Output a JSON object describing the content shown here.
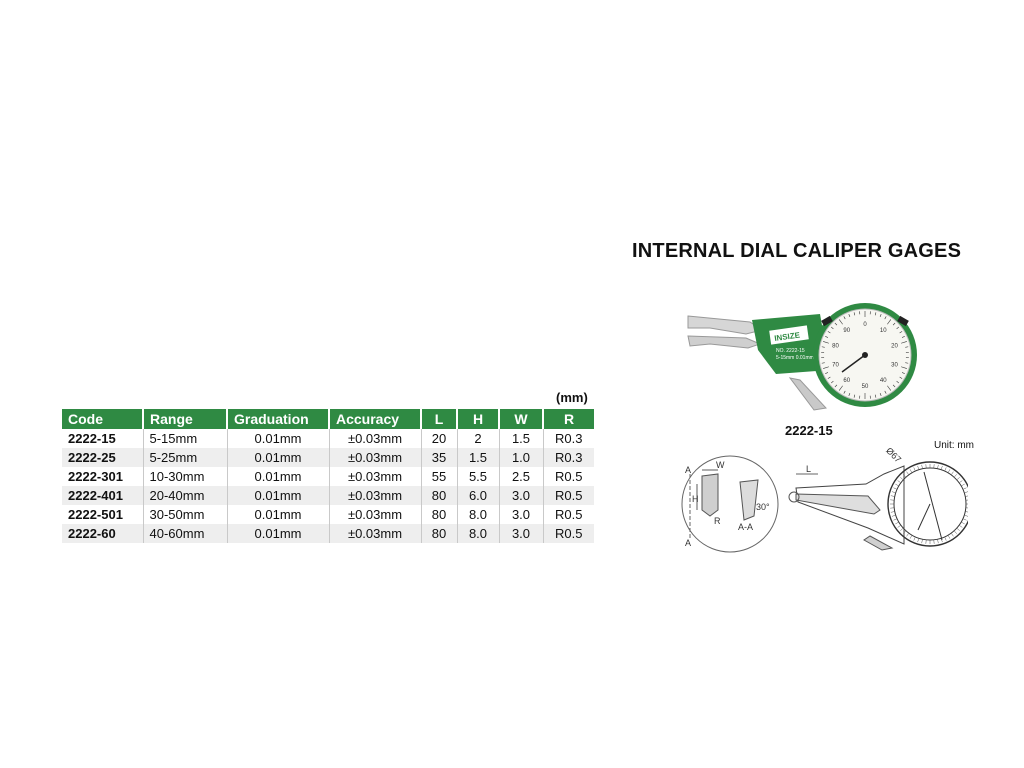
{
  "unit_note": "(mm)",
  "title": "INTERNAL DIAL CALIPER GAGES",
  "product": {
    "brand": "INSIZE",
    "face_line1": "NO. 2222-15",
    "face_line2": "5-15mm  0.01mm",
    "face_numbers": [
      "0",
      "10",
      "20",
      "30",
      "40",
      "50",
      "60",
      "70",
      "80",
      "90"
    ],
    "model_label": "2222-15"
  },
  "diagram": {
    "unit_label": "Unit: mm",
    "labels": {
      "A": "A",
      "W": "W",
      "H": "H",
      "R": "R",
      "angle": "30°",
      "section": "A-A",
      "L": "L",
      "dia": "Ø67"
    }
  },
  "table": {
    "headers": [
      "Code",
      "Range",
      "Graduation",
      "Accuracy",
      "L",
      "H",
      "W",
      "R"
    ],
    "rows": [
      [
        "2222-15",
        "5-15mm",
        "0.01mm",
        "±0.03mm",
        "20",
        "2",
        "1.5",
        "R0.3"
      ],
      [
        "2222-25",
        "5-25mm",
        "0.01mm",
        "±0.03mm",
        "35",
        "1.5",
        "1.0",
        "R0.3"
      ],
      [
        "2222-301",
        "10-30mm",
        "0.01mm",
        "±0.03mm",
        "55",
        "5.5",
        "2.5",
        "R0.5"
      ],
      [
        "2222-401",
        "20-40mm",
        "0.01mm",
        "±0.03mm",
        "80",
        "6.0",
        "3.0",
        "R0.5"
      ],
      [
        "2222-501",
        "30-50mm",
        "0.01mm",
        "±0.03mm",
        "80",
        "8.0",
        "3.0",
        "R0.5"
      ],
      [
        "2222-60",
        "40-60mm",
        "0.01mm",
        "±0.03mm",
        "80",
        "8.0",
        "3.0",
        "R0.5"
      ]
    ]
  },
  "colors": {
    "header_green": "#2f8a43",
    "stripe": "#eeeeee"
  }
}
